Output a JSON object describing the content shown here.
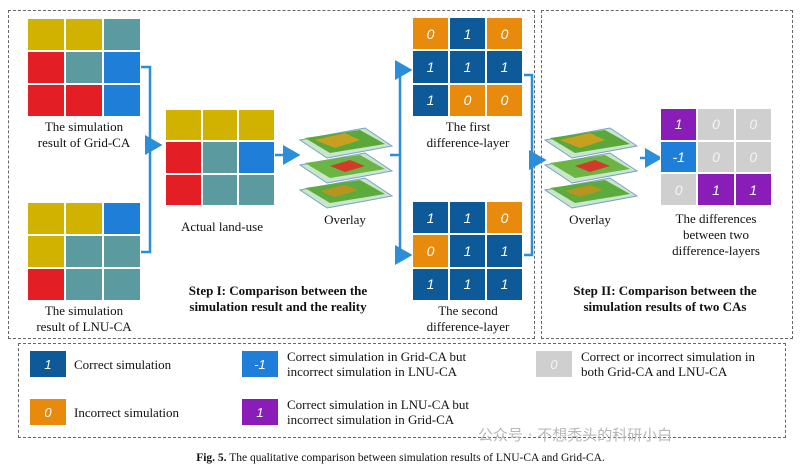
{
  "colors": {
    "yellow": "#d1b200",
    "teal": "#5b9ba0",
    "red": "#e31e24",
    "blue": "#1f7fd8",
    "dark_blue": "#0e5a99",
    "orange": "#e88a0c",
    "gray": "#cfcfcf",
    "purple": "#8a1cb8"
  },
  "grids": {
    "grid_ca": [
      "yellow",
      "yellow",
      "teal",
      "red",
      "teal",
      "blue",
      "red",
      "red",
      "blue"
    ],
    "lnu_ca": [
      "yellow",
      "yellow",
      "blue",
      "yellow",
      "teal",
      "teal",
      "red",
      "teal",
      "teal"
    ],
    "actual": [
      "yellow",
      "yellow",
      "yellow",
      "red",
      "teal",
      "blue",
      "red",
      "teal",
      "teal"
    ],
    "first_diff": {
      "colors": [
        "orange",
        "dark_blue",
        "orange",
        "dark_blue",
        "dark_blue",
        "dark_blue",
        "dark_blue",
        "orange",
        "orange"
      ],
      "values": [
        "0",
        "1",
        "0",
        "1",
        "1",
        "1",
        "1",
        "0",
        "0"
      ]
    },
    "second_diff": {
      "colors": [
        "dark_blue",
        "dark_blue",
        "orange",
        "orange",
        "dark_blue",
        "dark_blue",
        "dark_blue",
        "dark_blue",
        "dark_blue"
      ],
      "values": [
        "1",
        "1",
        "0",
        "0",
        "1",
        "1",
        "1",
        "1",
        "1"
      ]
    },
    "differences": {
      "colors": [
        "purple",
        "gray",
        "gray",
        "blue",
        "gray",
        "gray",
        "gray",
        "purple",
        "purple"
      ],
      "values": [
        "1",
        "0",
        "0",
        "-1",
        "0",
        "0",
        "0",
        "1",
        "1"
      ]
    }
  },
  "labels": {
    "grid_ca": [
      "The simulation",
      "result of Grid-CA"
    ],
    "lnu_ca": [
      "The simulation",
      "result of LNU-CA"
    ],
    "actual": "Actual land-use",
    "overlay1": "Overlay",
    "overlay2": "Overlay",
    "first_diff": [
      "The first",
      "difference-layer"
    ],
    "second_diff": [
      "The second",
      "difference-layer"
    ],
    "differences": [
      "The differences",
      "between two",
      "difference-layers"
    ],
    "step1": [
      "Step I: Comparison between  the",
      "simulation result and the reality"
    ],
    "step2": [
      "Step II: Comparison between  the",
      "simulation results of two CAs"
    ]
  },
  "legend": [
    {
      "value": "1",
      "color": "dark_blue",
      "text": [
        "Correct simulation"
      ]
    },
    {
      "value": "0",
      "color": "orange",
      "text": [
        "Incorrect simulation"
      ]
    },
    {
      "value": "-1",
      "color": "blue",
      "text": [
        "Correct simulation in Grid-CA but",
        "incorrect simulation in LNU-CA"
      ]
    },
    {
      "value": "1",
      "color": "purple",
      "text": [
        "Correct simulation in LNU-CA but",
        "incorrect simulation in Grid-CA"
      ]
    },
    {
      "value": "0",
      "color": "gray",
      "text": [
        "Correct or incorrect simulation in",
        "both Grid-CA and LNU-CA"
      ]
    }
  ],
  "caption": {
    "prefix": "Fig. 5.",
    "text": "The qualitative comparison between simulation results of LNU-CA and Grid-CA."
  },
  "watermark": "公众号 · 不想秃头的科研小白"
}
